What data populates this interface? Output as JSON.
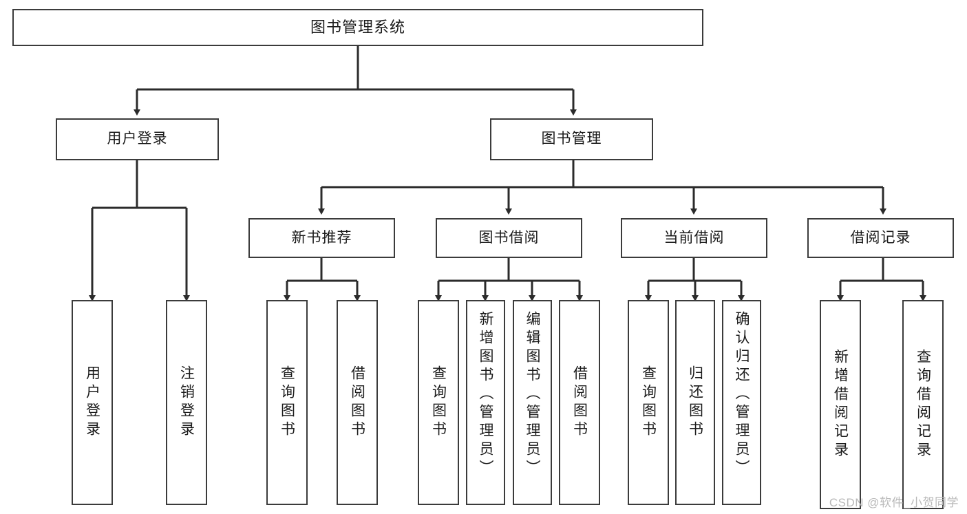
{
  "diagram": {
    "type": "tree",
    "title": "图书管理系统",
    "watermark": "CSDN @软件_小贺同学",
    "colors": {
      "box_border": "#3b3b3b",
      "box_fill": "#ffffff",
      "line": "#2b2b2b",
      "text": "#1b1b1b",
      "watermark": "#b9b9b9"
    },
    "nodes": {
      "root": "图书管理系统",
      "level1": [
        {
          "label": "用户登录"
        },
        {
          "label": "图书管理"
        }
      ],
      "level2": [
        {
          "label": "新书推荐"
        },
        {
          "label": "图书借阅"
        },
        {
          "label": "当前借阅"
        },
        {
          "label": "借阅记录"
        }
      ],
      "leaves_user_login": [
        {
          "label": "用户登录"
        },
        {
          "label": "注销登录"
        }
      ],
      "leaves_new_book": [
        {
          "label": "查询图书"
        },
        {
          "label": "借阅图书"
        }
      ],
      "leaves_borrow": [
        {
          "label": "查询图书"
        },
        {
          "label": "新增图书（管理员）"
        },
        {
          "label": "编辑图书（管理员）"
        },
        {
          "label": "借阅图书"
        }
      ],
      "leaves_current": [
        {
          "label": "查询图书"
        },
        {
          "label": "归还图书"
        },
        {
          "label": "确认归还（管理员）"
        }
      ],
      "leaves_records": [
        {
          "label": "新增借阅记录"
        },
        {
          "label": "查询借阅记录"
        }
      ]
    }
  }
}
